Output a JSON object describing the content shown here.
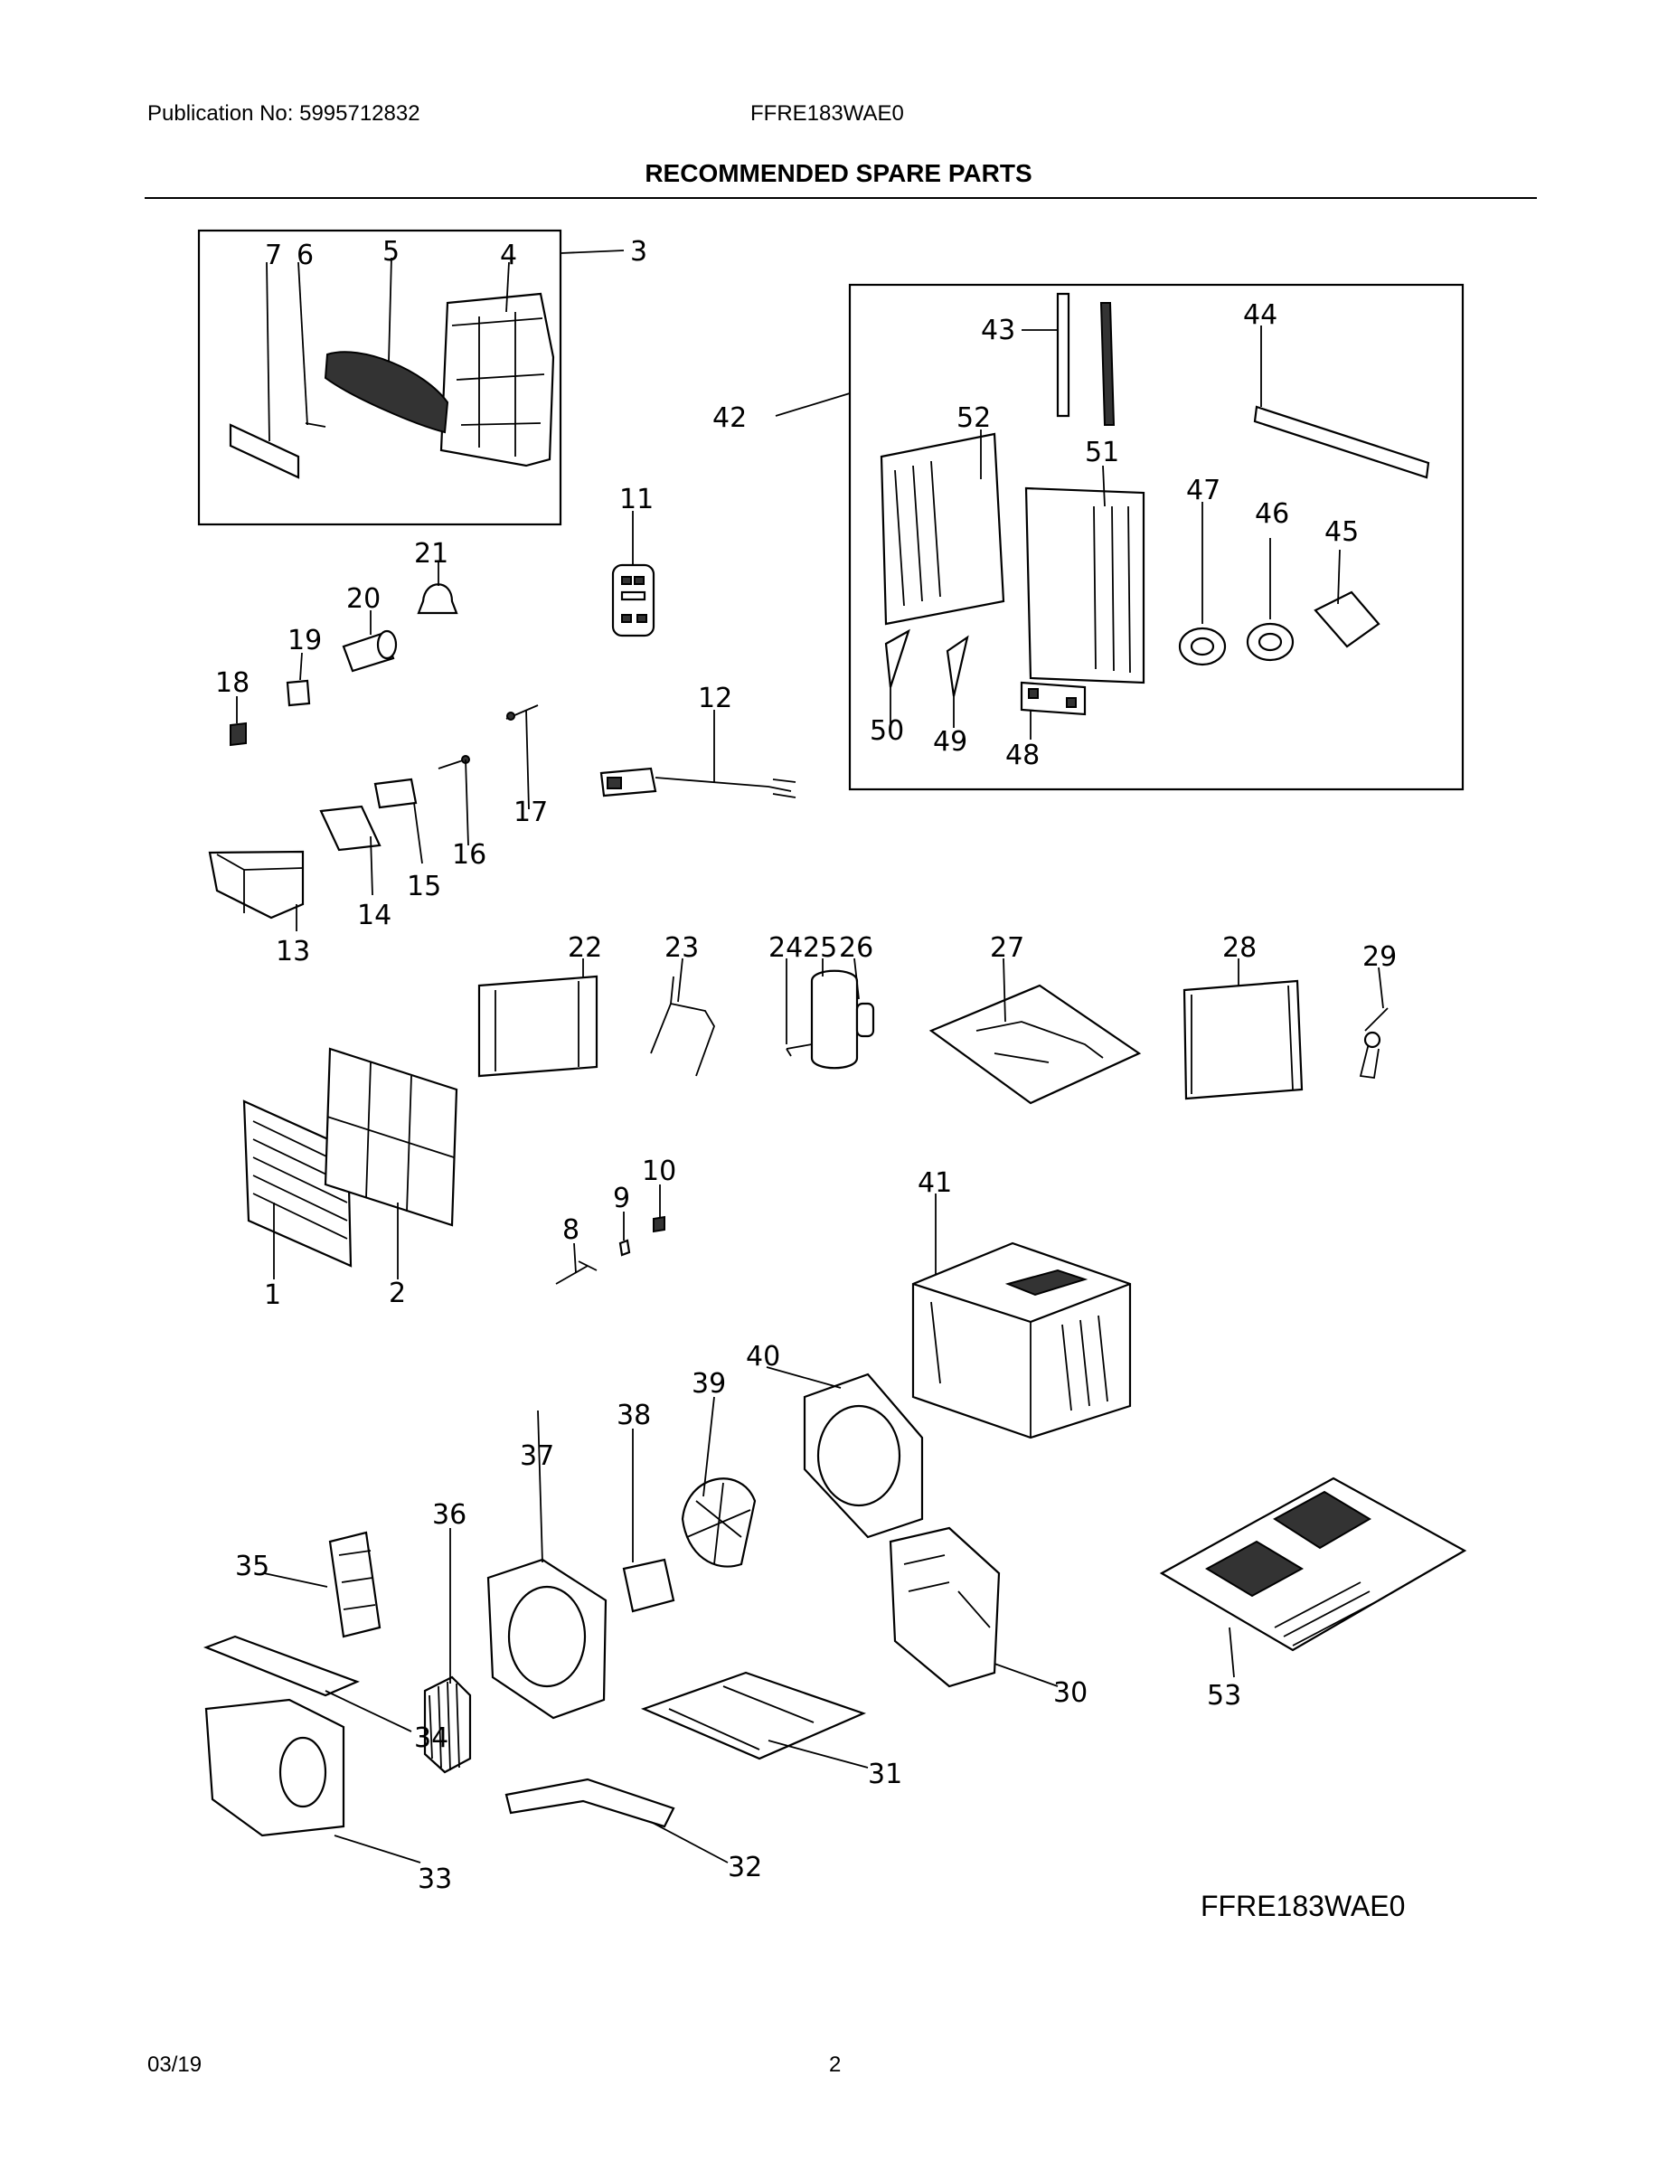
{
  "header": {
    "publication": "Publication No: 5995712832",
    "model": "FFRE183WAE0",
    "title": "RECOMMENDED SPARE PARTS"
  },
  "diagram": {
    "model_label": "FFRE183WAE0",
    "callouts": [
      "1",
      "2",
      "3",
      "4",
      "5",
      "6",
      "7",
      "8",
      "9",
      "10",
      "11",
      "12",
      "13",
      "14",
      "15",
      "16",
      "17",
      "18",
      "19",
      "20",
      "21",
      "22",
      "23",
      "24",
      "25",
      "26",
      "27",
      "28",
      "29",
      "30",
      "31",
      "32",
      "33",
      "34",
      "35",
      "36",
      "37",
      "38",
      "39",
      "40",
      "41",
      "42",
      "43",
      "44",
      "45",
      "46",
      "47",
      "48",
      "49",
      "50",
      "51",
      "52",
      "53"
    ]
  },
  "footer": {
    "date": "03/19",
    "page": "2"
  }
}
